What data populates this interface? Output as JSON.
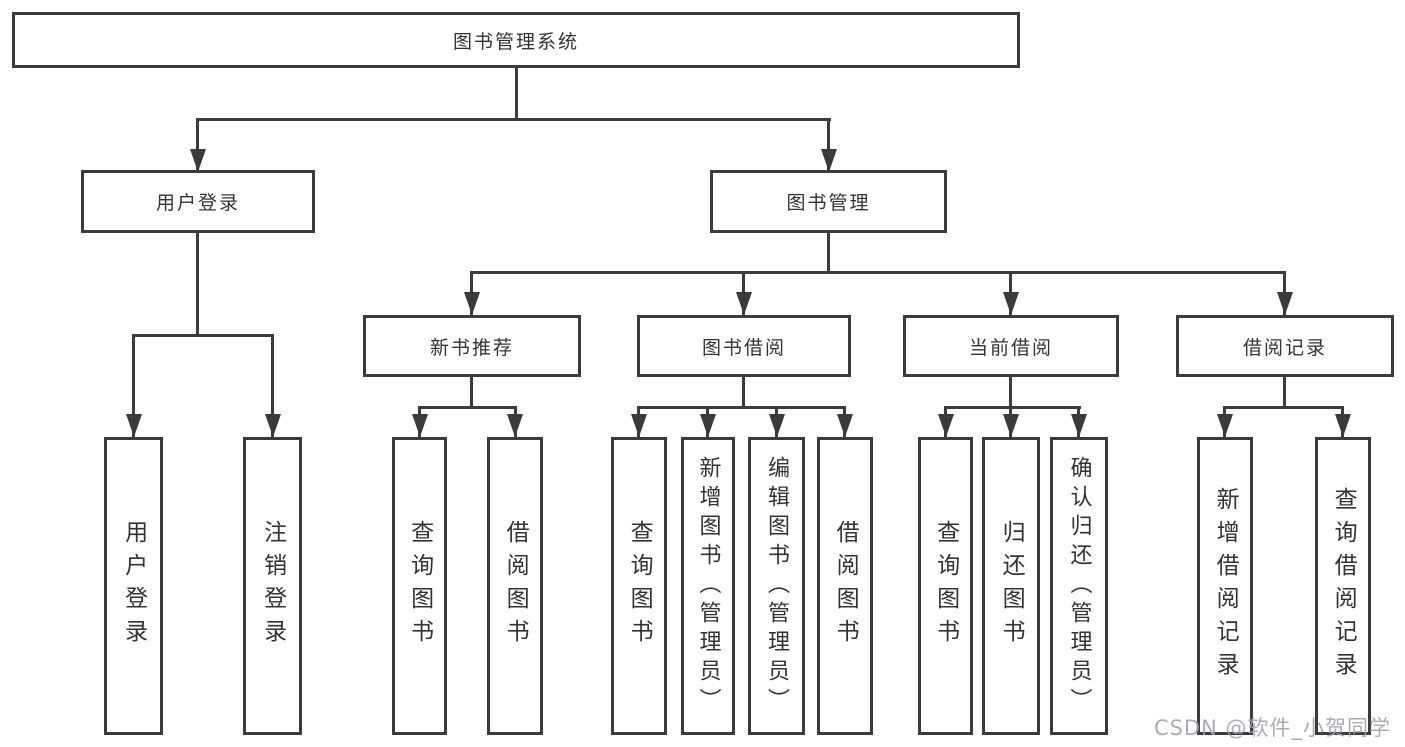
{
  "tree": {
    "label": "图书管理系统",
    "children": [
      {
        "label": "用户登录",
        "children": [
          {
            "label": "用户登录"
          },
          {
            "label": "注销登录"
          }
        ]
      },
      {
        "label": "图书管理",
        "children": [
          {
            "label": "新书推荐",
            "children": [
              {
                "label": "查询图书"
              },
              {
                "label": "借阅图书"
              }
            ]
          },
          {
            "label": "图书借阅",
            "children": [
              {
                "label": "查询图书"
              },
              {
                "label": "新增图书（管理员）"
              },
              {
                "label": "编辑图书（管理员）"
              },
              {
                "label": "借阅图书"
              }
            ]
          },
          {
            "label": "当前借阅",
            "children": [
              {
                "label": "查询图书"
              },
              {
                "label": "归还图书"
              },
              {
                "label": "确认归还（管理员）"
              }
            ]
          },
          {
            "label": "借阅记录",
            "children": [
              {
                "label": "新增借阅记录"
              },
              {
                "label": "查询借阅记录"
              }
            ]
          }
        ]
      }
    ]
  },
  "watermark": {
    "text": "CSDN @软件_小贺同学"
  },
  "colors": {
    "line": "#3b3b3b",
    "text": "#333333",
    "background": "#ffffff",
    "watermark": "#9ea4ac"
  }
}
